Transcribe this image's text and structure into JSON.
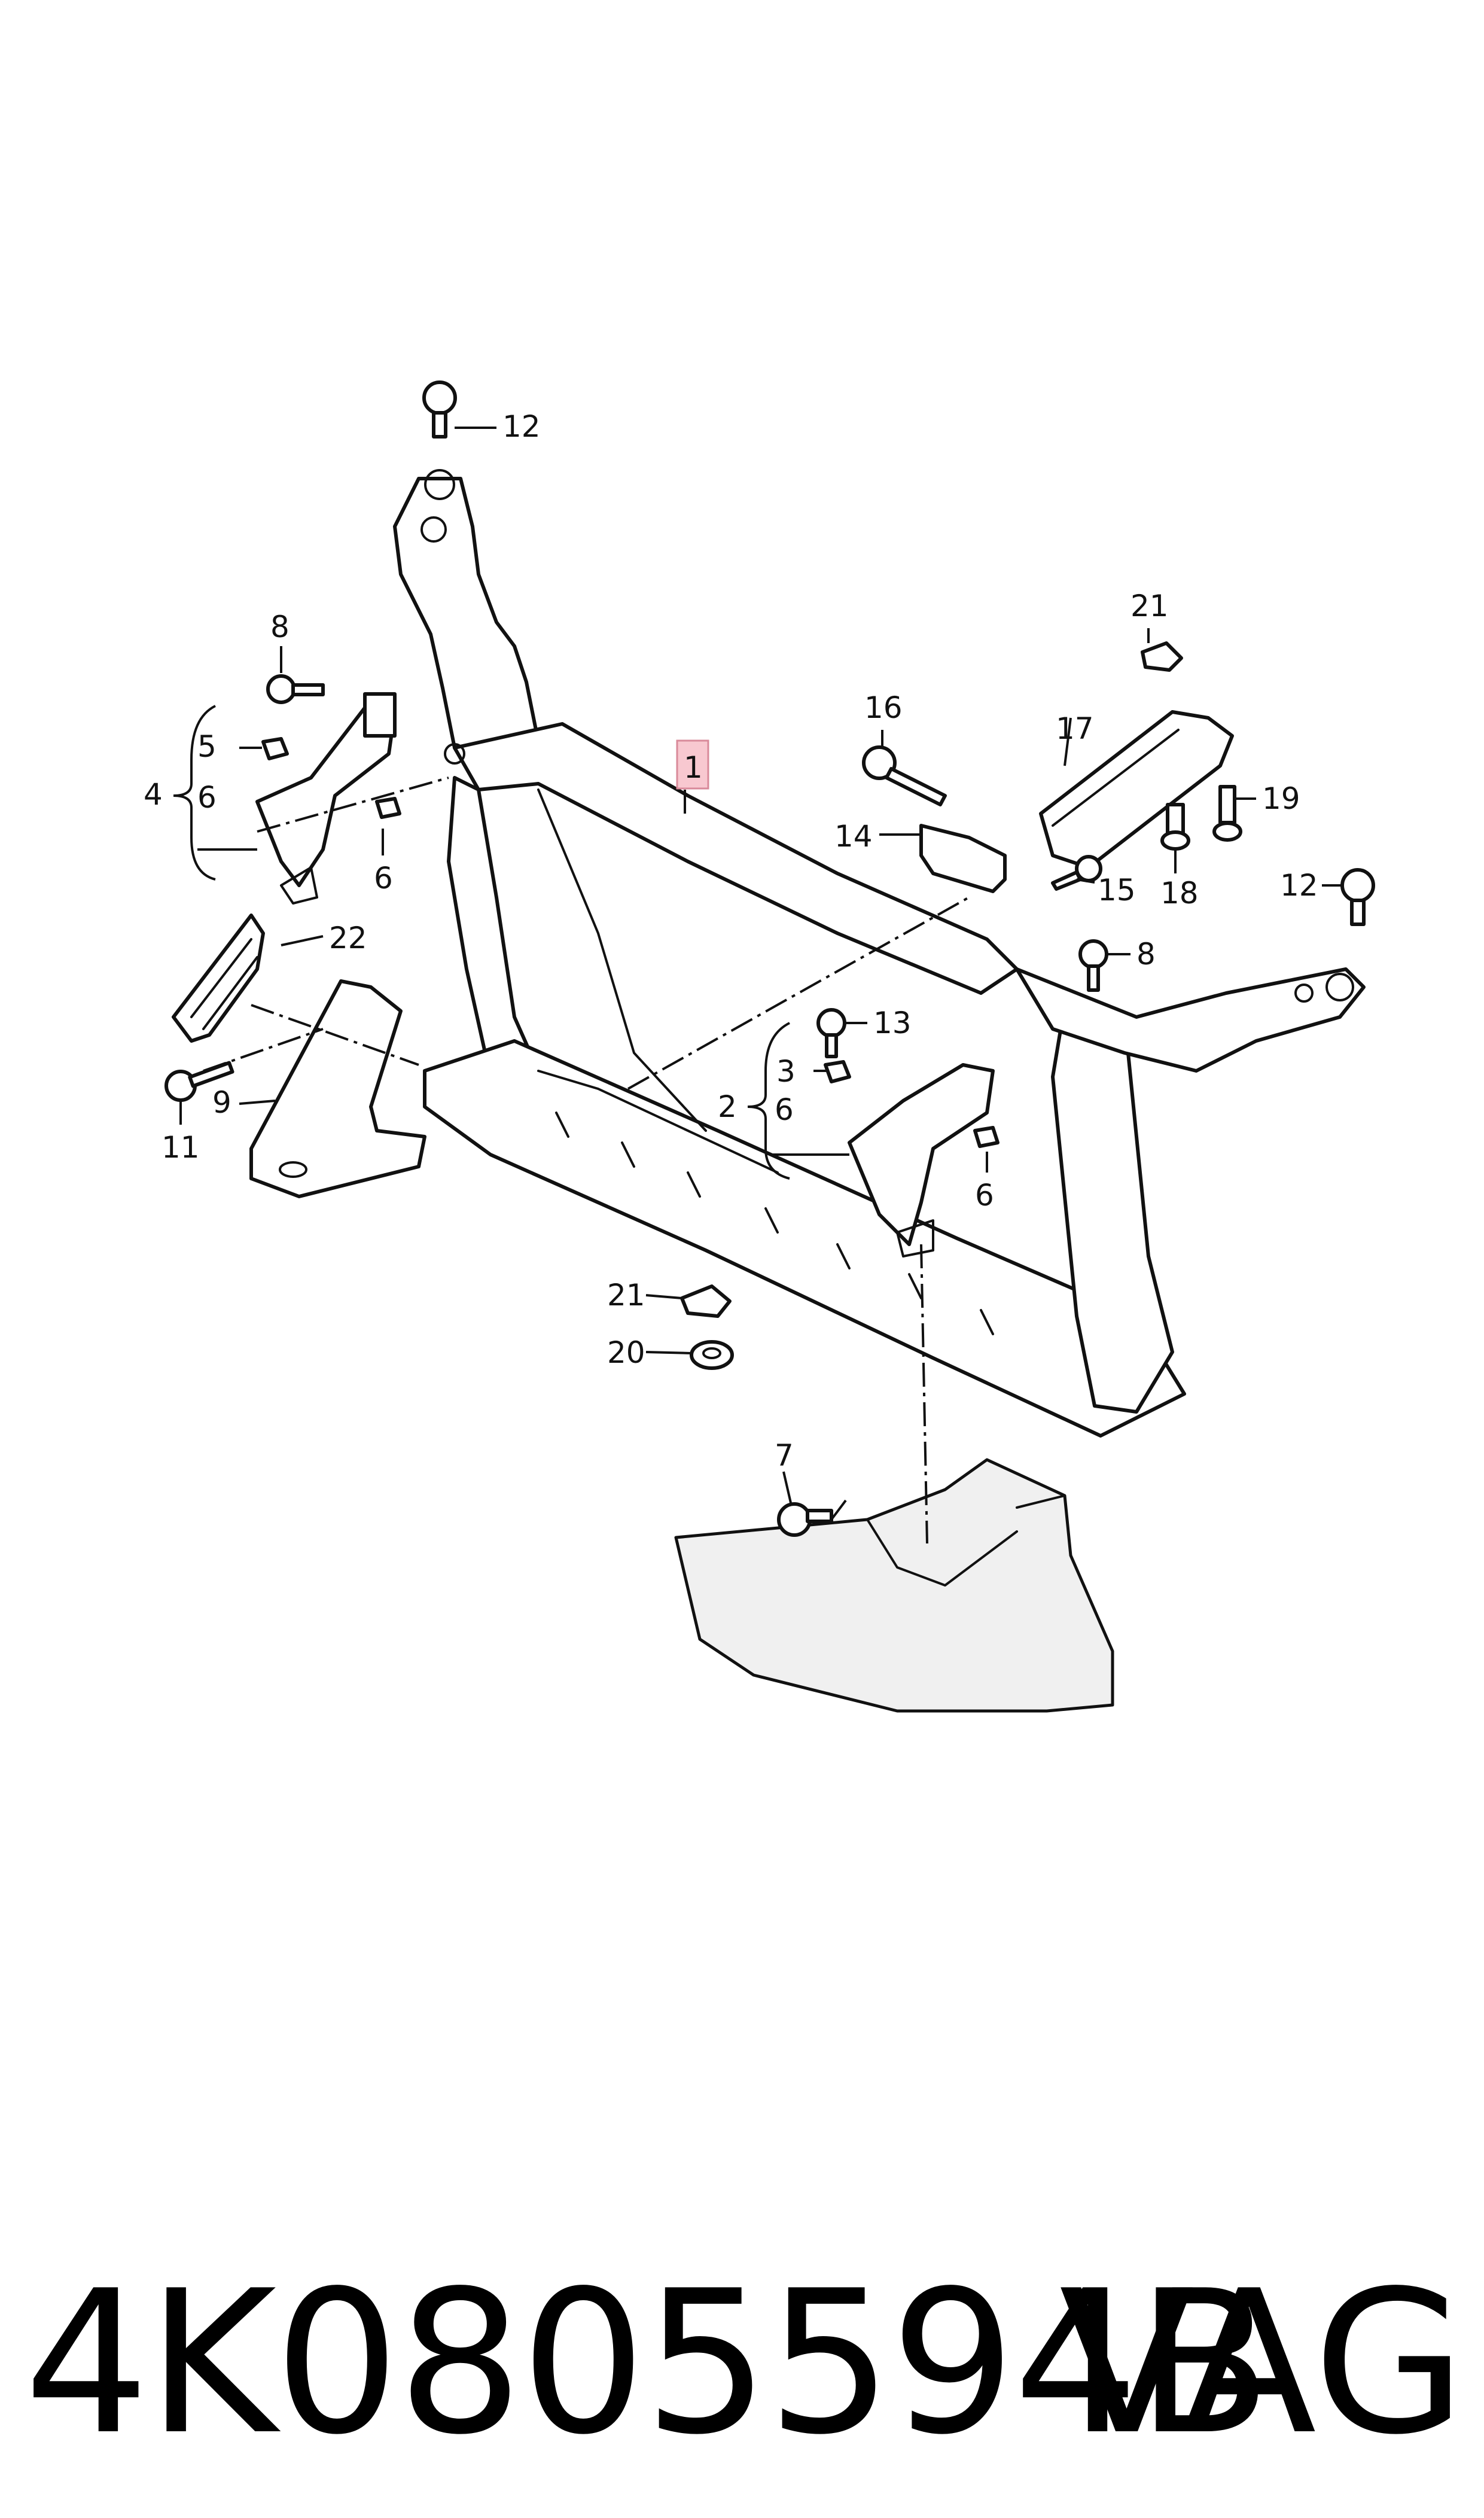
{
  "callouts": {
    "c1": "1",
    "c2": "2",
    "c3": "3",
    "c4": "4",
    "c5": "5",
    "c6a": "6",
    "c6b": "6",
    "c6c": "6",
    "c6d": "6",
    "c7": "7",
    "c8a": "8",
    "c8b": "8",
    "c9": "9",
    "c11": "11",
    "c12a": "12",
    "c12b": "12",
    "c13": "13",
    "c14": "14",
    "c15": "15",
    "c16": "16",
    "c17": "17",
    "c18": "18",
    "c19": "19",
    "c20": "20",
    "c21a": "21",
    "c21b": "21",
    "c22": "22"
  },
  "footer": {
    "part_number": "4K0805594B",
    "brand": "VAG"
  },
  "colors": {
    "line": "#111111",
    "highlight": "#f8c8d0"
  }
}
